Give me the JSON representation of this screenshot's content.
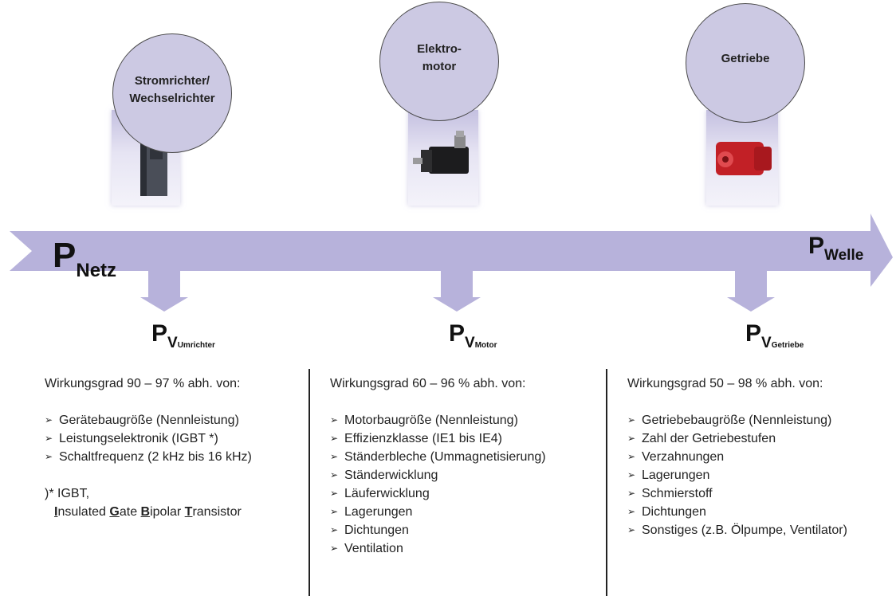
{
  "components": [
    {
      "line1": "Stromrichter/",
      "line2": "Wechselrichter"
    },
    {
      "line1": "Elektro-",
      "line2": "motor"
    },
    {
      "line1": "Getriebe",
      "line2": ""
    }
  ],
  "flow": {
    "input": {
      "symbol": "P",
      "sub": "Netz"
    },
    "output": {
      "symbol": "P",
      "sub": "Welle"
    },
    "arrow_color": "#b7b2db"
  },
  "losses": [
    {
      "symbol": "P",
      "v": "V",
      "sub": "Umrichter"
    },
    {
      "symbol": "P",
      "v": "V",
      "sub": "Motor"
    },
    {
      "symbol": "P",
      "v": "V",
      "sub": "Getriebe"
    }
  ],
  "columns": [
    {
      "heading": "Wirkungsgrad 90 – 97 % abh. von:",
      "items": [
        "Gerätebaugröße (Nennleistung)",
        "Leistungselektronik (IGBT *)",
        "Schaltfrequenz  (2 kHz bis 16 kHz)"
      ],
      "note": {
        "line1": ")* IGBT,",
        "parts": [
          {
            "u": "I",
            "t": "nsulated "
          },
          {
            "u": "G",
            "t": "ate "
          },
          {
            "u": "B",
            "t": "ipolar "
          },
          {
            "u": "T",
            "t": "ransistor"
          }
        ]
      }
    },
    {
      "heading": "Wirkungsgrad 60 – 96 % abh. von:",
      "items": [
        "Motorbaugröße (Nennleistung)",
        "Effizienzklasse (IE1 bis IE4)",
        "Ständerbleche (Ummagnetisierung)",
        "Ständerwicklung",
        "Läuferwicklung",
        "Lagerungen",
        "Dichtungen",
        "Ventilation"
      ]
    },
    {
      "heading": "Wirkungsgrad 50 – 98 % abh. von:",
      "items": [
        "Getriebebaugröße (Nennleistung)",
        "Zahl der Getriebestufen",
        "Verzahnungen",
        "Lagerungen",
        "Schmierstoff",
        "Dichtungen",
        "Sonstiges (z.B. Ölpumpe, Ventilator)"
      ]
    }
  ]
}
